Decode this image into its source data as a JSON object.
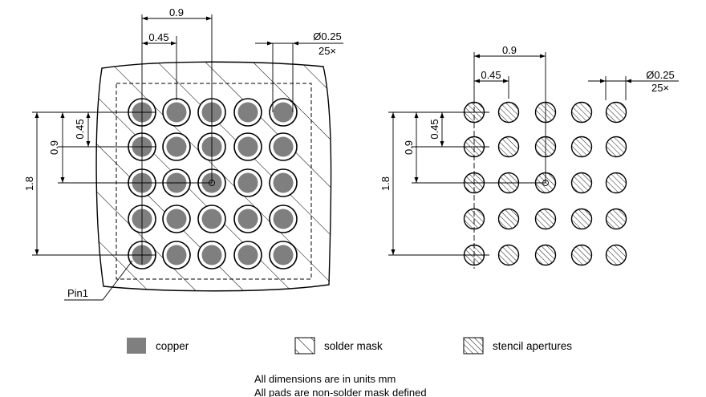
{
  "left_view": {
    "dims": {
      "pitch_2x": "0.9",
      "pitch": "0.45",
      "diameter": "Ø0.25",
      "count": "25×",
      "height_total": "1.8",
      "height_2x": "0.9",
      "height_pitch": "0.45"
    },
    "pin1_label": "Pin1"
  },
  "right_view": {
    "dims": {
      "pitch_2x": "0.9",
      "pitch": "0.45",
      "diameter": "Ø0.25",
      "count": "25×",
      "height_total": "1.8",
      "height_2x": "0.9",
      "height_pitch": "0.45"
    }
  },
  "legend": {
    "copper": "copper",
    "solder_mask": "solder mask",
    "stencil": "stencil apertures"
  },
  "notes": {
    "line1": "All dimensions are in units mm",
    "line2": "All pads are non-solder mask defined"
  },
  "colors": {
    "copper": "#7f7f7f",
    "line": "#000000",
    "background": "#ffffff"
  }
}
